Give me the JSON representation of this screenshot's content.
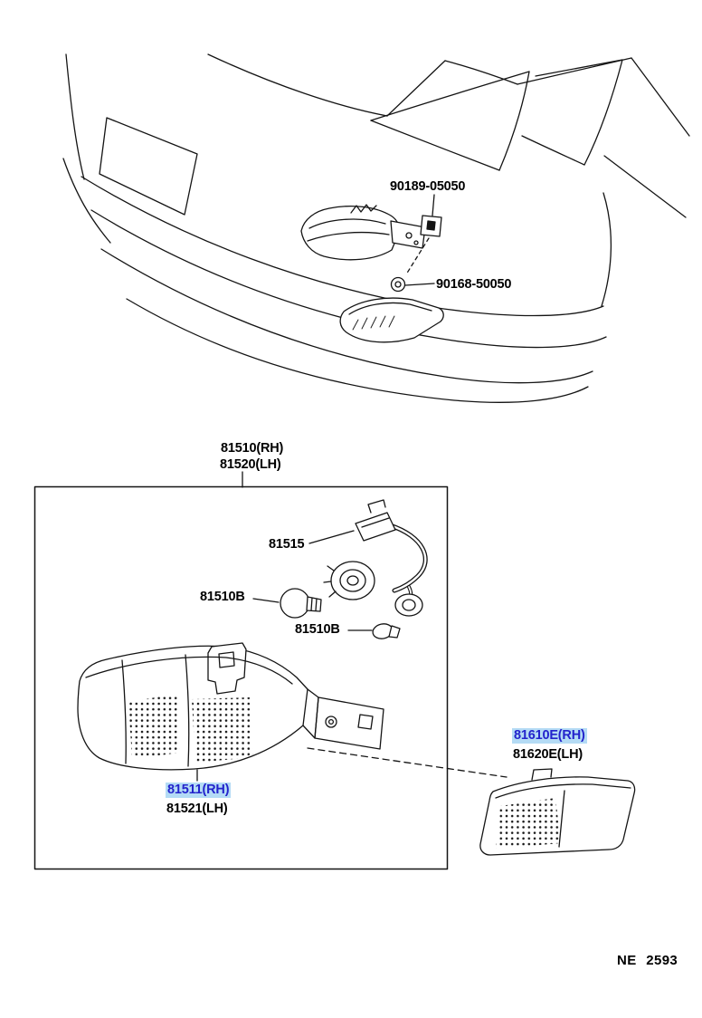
{
  "colors": {
    "highlight_bg": "#b4dbf5",
    "highlight_text": "#2323cc",
    "line": "#141414"
  },
  "page": {
    "code": "NE 2593"
  },
  "callouts": {
    "fastener_top": "90189-05050",
    "screw": "90168-50050",
    "assembly_rh": "81510(RH)",
    "assembly_lh": "81520(LH)",
    "harness": "81515",
    "bulb_a": "81510B",
    "bulb_b": "81510B",
    "lens_rh": "81511(RH)",
    "lens_lh": "81521(LH)",
    "side_lamp_rh": "81610E(RH)",
    "side_lamp_lh": "81620E(LH)"
  }
}
